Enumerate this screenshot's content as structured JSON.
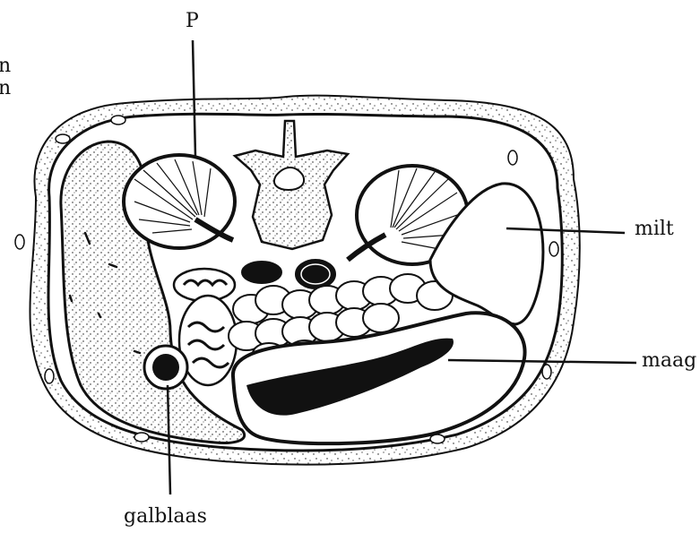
{
  "labels": {
    "p": "P",
    "milt": "milt",
    "maag": "maag",
    "galblaas": "galblaas",
    "cut_line_1": "n",
    "cut_line_2": "n"
  },
  "colors": {
    "ink": "#111111",
    "paper": "#ffffff"
  }
}
